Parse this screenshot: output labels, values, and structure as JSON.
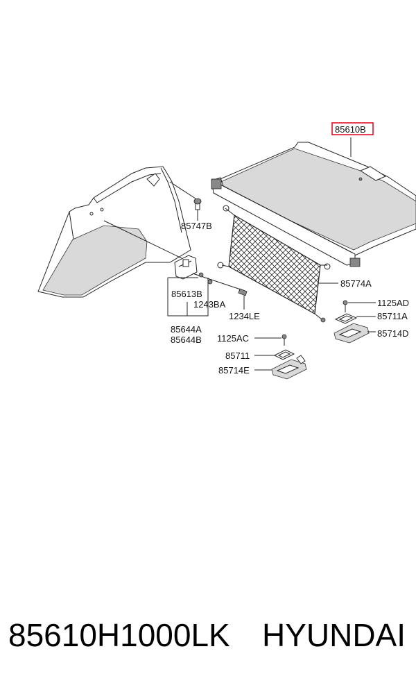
{
  "labels": {
    "l85610B": "85610B",
    "l85747B": "85747B",
    "l85613B": "85613B",
    "l1243BA": "1243BA",
    "l1234LE": "1234LE",
    "l85644A": "85644A",
    "l85644B": "85644B",
    "l85774A": "85774A",
    "l1125AD": "1125AD",
    "l85711A": "85711A",
    "l85714D": "85714D",
    "l1125AC": "1125AC",
    "l85711": "85711",
    "l85714E": "85714E"
  },
  "highlight_color": "#e0001a",
  "footer": {
    "part_number": "85610H1000LK",
    "brand": "HYUNDAI"
  }
}
